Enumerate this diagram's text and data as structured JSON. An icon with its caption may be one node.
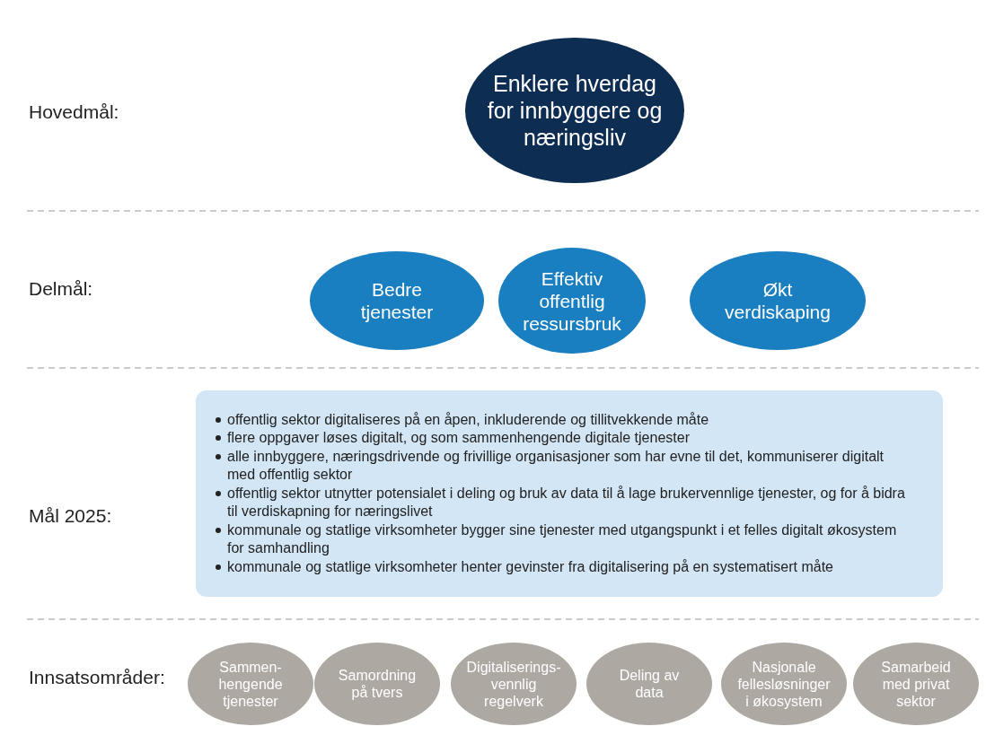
{
  "diagram": {
    "nodes": [
      {
        "text": [
          "Enklere hverdag for innbyggere og næringsliv"
        ]
      },
      {
        "text": [
          "Bedre tjenester"
        ]
      },
      {
        "text": [
          "Effektiv offentlig ressursbruk"
        ]
      },
      {
        "text": [
          "Økt verdiskaping"
        ]
      },
      {
        "text": [
          "offentlig sektor digitaliseres på en åpen, inkluderende og tillitvekkende måte",
          "flere oppgaver løses digitalt, og som sammenhengende digitale tjenester",
          "alle innbyggere, næringsdrivende og frivillige organisasjoner som har evne til det, kommuniserer digitalt med offentlig sektor",
          "offentlig sektor utnytter potensialet i deling og bruk av data til å lage brukervennlige tjenester, og for å bidra til verdiskapning for næringslivet",
          "kommunale og statlige virksomheter bygger sine tjenester med utgangspunkt i et felles digitalt økosystem for samhandling",
          "kommunale og statlige virksomheter henter gevinster fra digitalisering på en systematisert måte"
        ]
      },
      {
        "text": [
          "Sammen- hengende tjenester"
        ]
      },
      {
        "text": [
          "Samordning på tvers"
        ]
      },
      {
        "text": [
          "Digitaliserings- vennlig regelverk"
        ]
      },
      {
        "text": [
          "Deling av data"
        ]
      },
      {
        "text": [
          "Nasjonale fellesløsninger i økosystem"
        ]
      },
      {
        "text": [
          "Samarbeid med privat sektor"
        ]
      }
    ],
    "labels": [
      "Hovedmål:",
      "Delmål:",
      "Mål 2025:",
      "Innsatsområder:"
    ]
  }
}
